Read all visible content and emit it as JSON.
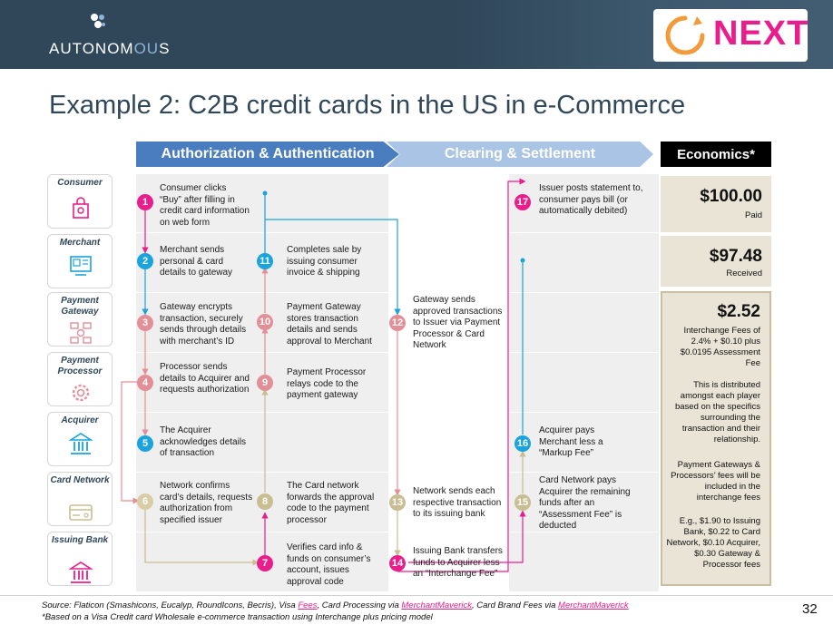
{
  "header": {
    "brand_left": "AUTONOM",
    "brand_left_accent": "OU",
    "brand_left_tail": "S",
    "brand_right": "NEXT",
    "colors": {
      "bar": "#2f4759",
      "accent": "#e91e8c"
    }
  },
  "title": "Example 2: C2B credit cards in the US in e-Commerce",
  "bands": {
    "auth": "Authorization & Authentication",
    "clearing": "Clearing & Settlement",
    "economics": "Economics*"
  },
  "actors": [
    {
      "label": "Consumer",
      "icon": "shopping-bag-icon"
    },
    {
      "label": "Merchant",
      "icon": "storefront-icon"
    },
    {
      "label": "Payment Gateway",
      "icon": "network-gateway-icon"
    },
    {
      "label": "Payment Processor",
      "icon": "gear-icon"
    },
    {
      "label": "Acquirer",
      "icon": "bank-icon"
    },
    {
      "label": "Card Network",
      "icon": "credit-card-icon"
    },
    {
      "label": "Issuing Bank",
      "icon": "bank-building-icon"
    }
  ],
  "steps": [
    {
      "num": "1",
      "color": "#e91e8c",
      "text": "Consumer clicks “Buy” after filling in credit card information on web form"
    },
    {
      "num": "2",
      "color": "#1aa3dc",
      "text": "Merchant sends personal & card details to gateway"
    },
    {
      "num": "3",
      "color": "#e38f98",
      "text": "Gateway encrypts transaction, securely sends through details with merchant’s ID"
    },
    {
      "num": "4",
      "color": "#e38f98",
      "text": "Processor sends details to Acquirer and requests authorization"
    },
    {
      "num": "5",
      "color": "#1aa3dc",
      "text": "The Acquirer acknowledges details of transaction"
    },
    {
      "num": "6",
      "color": "#d9cda8",
      "text": "Network confirms card’s details, requests authorization from specified issuer"
    },
    {
      "num": "7",
      "color": "#e91e8c",
      "text": "Verifies card info & funds on consumer’s account, issues approval code"
    },
    {
      "num": "8",
      "color": "#c9bd92",
      "text": "The Card network forwards the approval code to the payment processor"
    },
    {
      "num": "9",
      "color": "#e38f98",
      "text": "Payment Processor relays code to the payment gateway"
    },
    {
      "num": "10",
      "color": "#e38f98",
      "text": "Payment Gateway stores transaction details and sends approval to Merchant"
    },
    {
      "num": "11",
      "color": "#1aa3dc",
      "text": "Completes sale by issuing consumer invoice & shipping"
    },
    {
      "num": "12",
      "color": "#e38f98",
      "text": "Gateway sends approved transactions to Issuer via Payment Processor & Card Network"
    },
    {
      "num": "13",
      "color": "#c9bd92",
      "text": "Network sends each respective transaction to its issuing bank"
    },
    {
      "num": "14",
      "color": "#e91e8c",
      "text": "Issuing Bank transfers funds to Acquirer less an “Interchange Fee”"
    },
    {
      "num": "15",
      "color": "#c9bd92",
      "text": "Card Network pays Acquirer the remaining funds after an “Assessment Fee” is deducted"
    },
    {
      "num": "16",
      "color": "#1aa3dc",
      "text": "Acquirer pays Merchant less a “Markup Fee”"
    },
    {
      "num": "17",
      "color": "#e91e8c",
      "text": "Issuer posts statement to, consumer pays bill (or automatically debited)"
    }
  ],
  "economics": {
    "paid_amount": "$100.00",
    "paid_label": "Paid",
    "received_amount": "$97.48",
    "received_label": "Received",
    "fees_amount": "$2.52",
    "fees_desc": "Interchange Fees of 2.4% + $0.10 plus $0.0195 Assessment Fee",
    "distribution": "This is distributed amongst each player based on the specifics surrounding the transaction and their relationship.",
    "gateway_note": "Payment Gateways & Processors’ fees will be included in the interchange fees",
    "example": "E.g., $1.90 to Issuing Bank, $0.22 to Card Network, $0.10 Acquirer, $0.30 Gateway & Processor fees"
  },
  "footer": {
    "source_prefix": "Source: Flaticon (Smashicons, Eucalyp, RoundIcons, Becris), Visa ",
    "link1": "Fees",
    "source_mid1": ", Card Processing via ",
    "link2": "MerchantMaverick",
    "source_mid2": ", Card Brand Fees via ",
    "link3": "MerchantMaverick",
    "note": "*Based on a Visa Credit card Wholesale e-commerce transaction using Interchange plus pricing model",
    "page": "32"
  }
}
